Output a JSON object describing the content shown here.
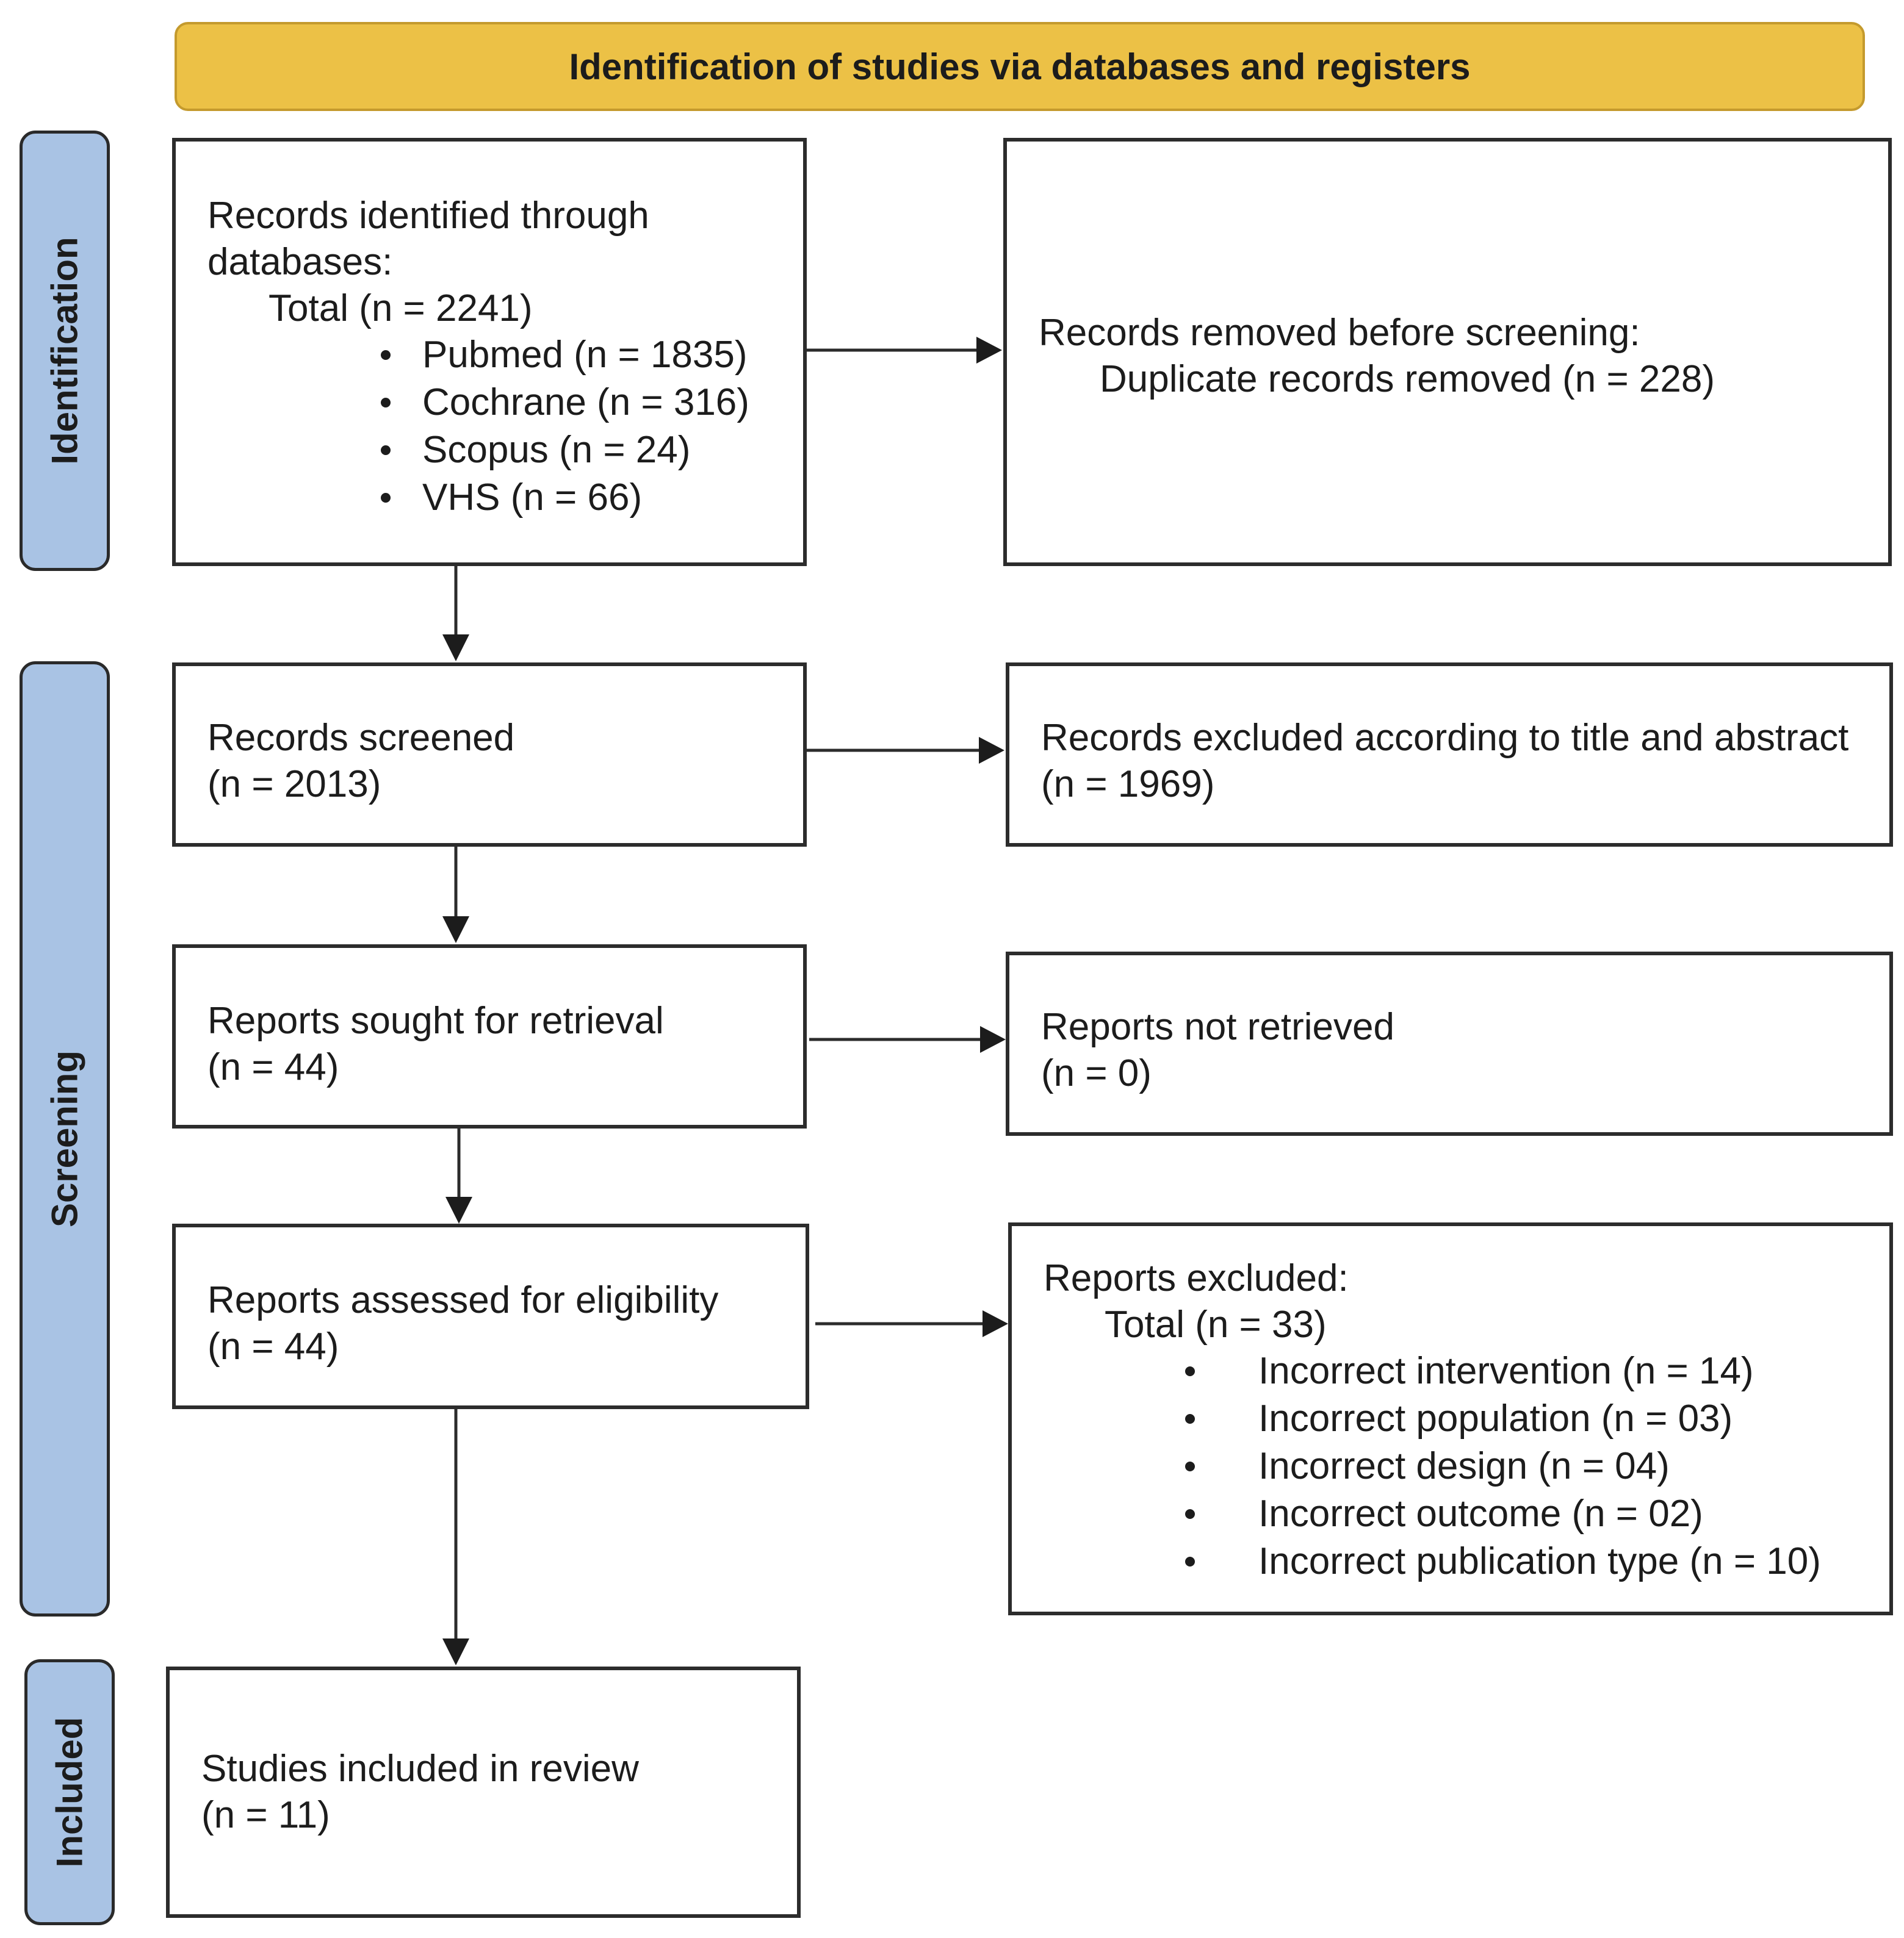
{
  "header": {
    "title": "Identification of studies via databases and registers"
  },
  "phases": {
    "identification": "Identification",
    "screening": "Screening",
    "included": "Included"
  },
  "identified": {
    "title": "Records identified through databases:",
    "title_line1": "Records identified through",
    "title_line2": "databases:",
    "total": "Total (n = 2241)",
    "items": [
      "Pubmed (n = 1835)",
      "Cochrane (n = 316)",
      "Scopus (n = 24)",
      "VHS (n = 66)"
    ]
  },
  "removed": {
    "title": "Records removed before screening:",
    "detail": "Duplicate records removed (n = 228)"
  },
  "screened": {
    "label": "Records screened",
    "count": "(n = 2013)"
  },
  "excluded_title_abstract": {
    "label": "Records excluded according to title and abstract",
    "count": "(n = 1969)"
  },
  "sought": {
    "label": "Reports sought for retrieval",
    "count": "(n = 44)"
  },
  "not_retrieved": {
    "label": "Reports not retrieved",
    "count": "(n = 0)"
  },
  "assessed": {
    "label": "Reports assessed for eligibility",
    "count": "(n = 44)"
  },
  "reports_excluded": {
    "title": "Reports excluded:",
    "total": "Total (n = 33)",
    "items": [
      "Incorrect intervention (n = 14)",
      "Incorrect population (n = 03)",
      "Incorrect design (n = 04)",
      "Incorrect outcome (n = 02)",
      "Incorrect publication type (n = 10)"
    ]
  },
  "included": {
    "label": "Studies included in review",
    "count": "(n = 11)"
  },
  "colors": {
    "header_fill": "#ecc146",
    "phase_fill": "#a9c3e4",
    "line": "#2c2c2c"
  }
}
